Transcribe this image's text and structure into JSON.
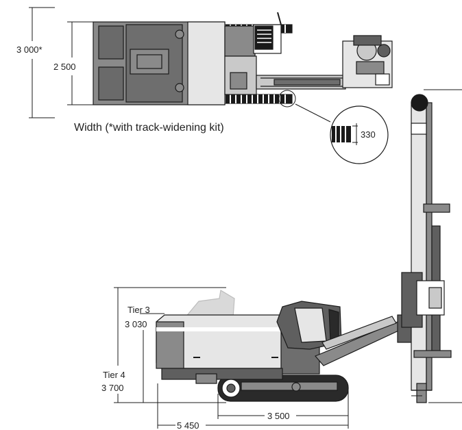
{
  "top_view": {
    "width_with_kit": "3 000*",
    "width_standard": "2 500",
    "caption": "Width (*with track-widening kit)",
    "detail_track_width": "330"
  },
  "side_view": {
    "tier3_label": "Tier 3",
    "tier3_height": "3 030",
    "tier4_label": "Tier 4",
    "tier4_height": "3 700",
    "track_length": "3 500",
    "overall_length": "5 450"
  },
  "colors": {
    "line": "#1a1a1a",
    "dark_grey": "#5f5f5f",
    "mid_grey": "#8a8a8a",
    "light_grey": "#c9c9c9",
    "very_light_grey": "#e6e6e6",
    "white": "#ffffff"
  }
}
